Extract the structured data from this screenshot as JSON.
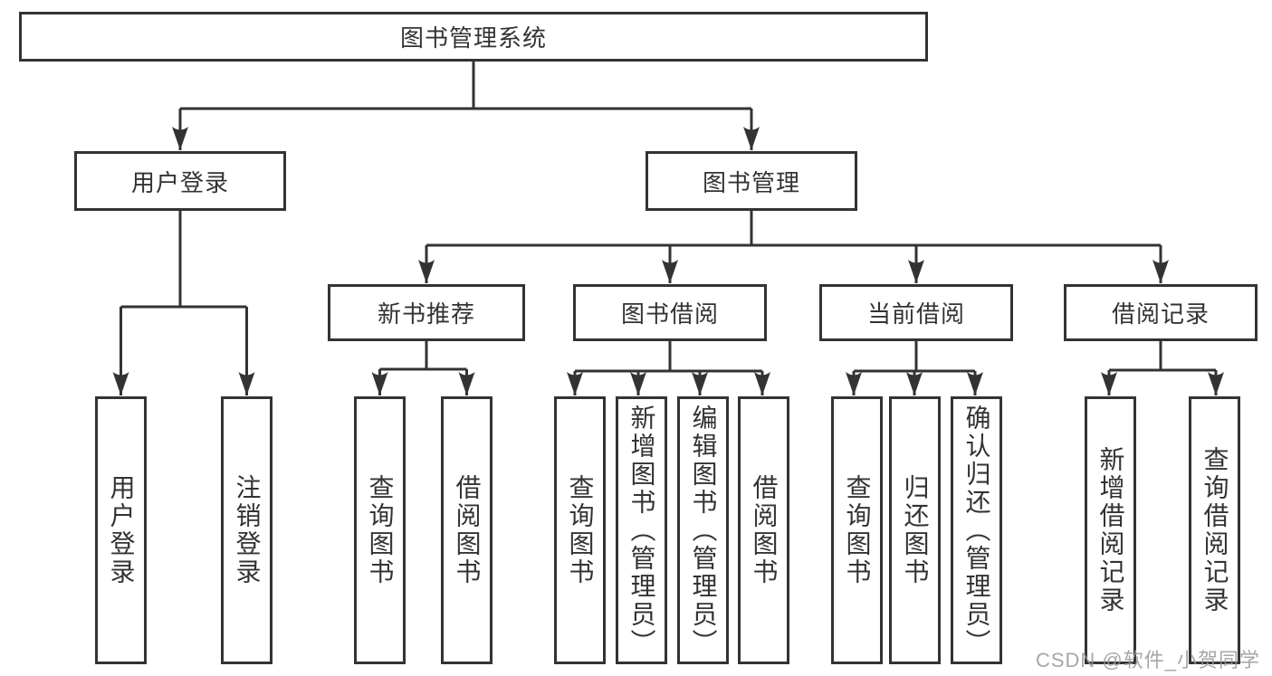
{
  "diagram": {
    "root": {
      "label": "图书管理系统",
      "children": [
        {
          "label": "用户登录",
          "children": [
            {
              "label": "用户登录"
            },
            {
              "label": "注销登录"
            }
          ]
        },
        {
          "label": "图书管理",
          "children": [
            {
              "label": "新书推荐",
              "children": [
                {
                  "label": "查询图书"
                },
                {
                  "label": "借阅图书"
                }
              ]
            },
            {
              "label": "图书借阅",
              "children": [
                {
                  "label": "查询图书"
                },
                {
                  "label": "新增图书（管理员）"
                },
                {
                  "label": "编辑图书（管理员）"
                },
                {
                  "label": "借阅图书"
                }
              ]
            },
            {
              "label": "当前借阅",
              "children": [
                {
                  "label": "查询图书"
                },
                {
                  "label": "归还图书"
                },
                {
                  "label": "确认归还（管理员）"
                }
              ]
            },
            {
              "label": "借阅记录",
              "children": [
                {
                  "label": "新增借阅记录"
                },
                {
                  "label": "查询借阅记录"
                }
              ]
            }
          ]
        }
      ]
    },
    "line_color": "#333333"
  },
  "watermark": {
    "text": "CSDN @软件_小贺同学"
  }
}
